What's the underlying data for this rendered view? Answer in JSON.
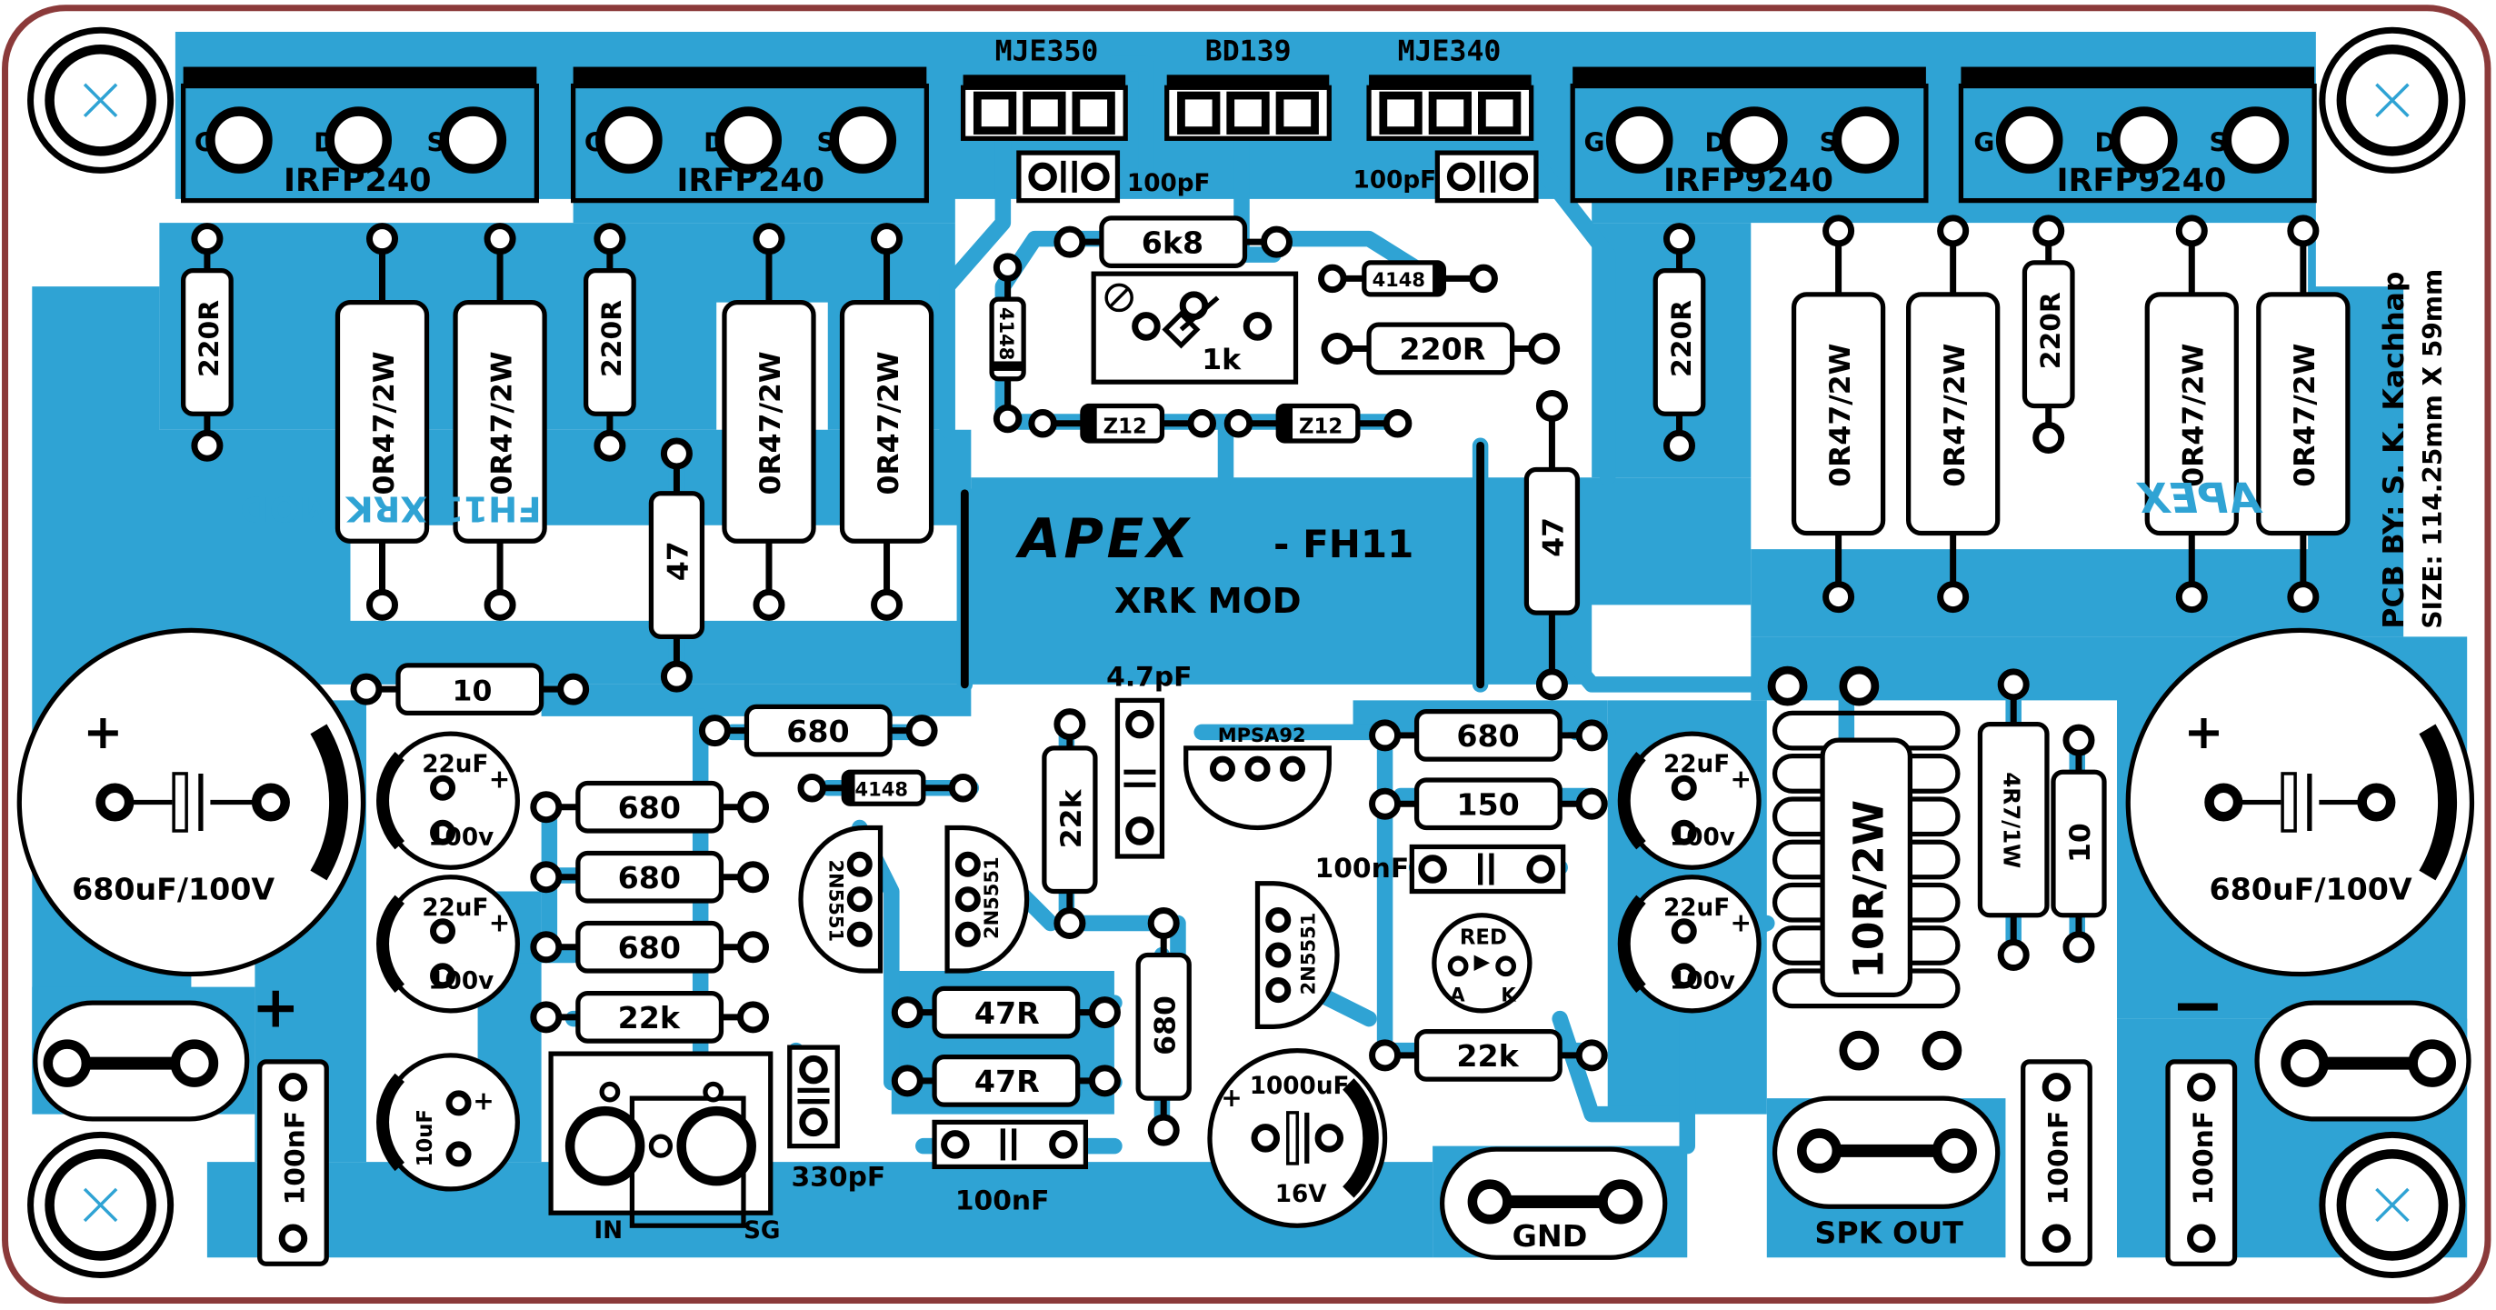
{
  "colors": {
    "copper": "#2fa3d4",
    "border": "#8b3a3a",
    "pad": "#ffffff",
    "silkscreen": "#000000",
    "mirror_text": "#2fa3d4"
  },
  "board": {
    "brand": "APEX",
    "model": "- FH11",
    "variant": "XRK MOD",
    "credit": "PCB BY: S. K. Kachhap",
    "size": "SIZE: 114.25mm X 59mm",
    "mirror_text_left": "FH11 XRK MOD",
    "mirror_text_right": "APEX"
  },
  "transistors": [
    {
      "id": "q1",
      "label": "IRFP240",
      "pins": [
        "G",
        "D",
        "S"
      ]
    },
    {
      "id": "q2",
      "label": "IRFP240",
      "pins": [
        "G",
        "D",
        "S"
      ]
    },
    {
      "id": "q3",
      "label": "IRFP9240",
      "pins": [
        "G",
        "D",
        "S"
      ]
    },
    {
      "id": "q4",
      "label": "IRFP9240",
      "pins": [
        "G",
        "D",
        "S"
      ]
    }
  ],
  "drivers": [
    "MJE350",
    "BD139",
    "MJE340"
  ],
  "resistors_vertical": [
    "220R",
    "0R47/2W",
    "0R47/2W",
    "220R",
    "0R47/2W",
    "0R47/2W",
    "220R",
    "0R47/2W",
    "0R47/2W",
    "220R",
    "0R47/2W",
    "0R47/2W",
    "47",
    "47",
    "22k",
    "680",
    "4R7/1W",
    "10"
  ],
  "resistors_horizontal": [
    "10",
    "680",
    "680",
    "680",
    "680",
    "22k",
    "6k8",
    "220R",
    "680",
    "150",
    "47R",
    "47R",
    "22k"
  ],
  "diodes": [
    "4148",
    "4148",
    "4148",
    "Z12",
    "Z12"
  ],
  "small_transistors": [
    "MPSA92",
    "2N5551",
    "2N5551",
    "2N5551"
  ],
  "capacitors": {
    "c100pf_left": "100pF",
    "c100pf_right": "100pF",
    "c4p7": "4.7pF",
    "c100nf_mid": "100nF",
    "c100nf_bottom": "100nF",
    "c330pf": "330pF",
    "c100nf_vertical": [
      "100nF",
      "100nF",
      "100nF"
    ]
  },
  "electrolytics": {
    "big_left": "680uF/100V",
    "big_right": "680uF/100V",
    "small": [
      {
        "value": "22uF",
        "voltage": "100v"
      },
      {
        "value": "22uF",
        "voltage": "100v"
      },
      {
        "value": "22uF",
        "voltage": "100v"
      },
      {
        "value": "22uF",
        "voltage": "100v"
      }
    ],
    "input_cap": "10uF",
    "c1000": {
      "value": "1000uF",
      "voltage": "16V"
    }
  },
  "trimmer": "1k",
  "inductor": "10R/2W",
  "led": {
    "color": "RED",
    "anode": "A",
    "cathode": "K"
  },
  "connectors": {
    "input": "IN",
    "signal_ground": "SG",
    "ground": "GND",
    "speaker": "SPK OUT"
  },
  "polarity": {
    "plus": "+",
    "minus": "−"
  }
}
